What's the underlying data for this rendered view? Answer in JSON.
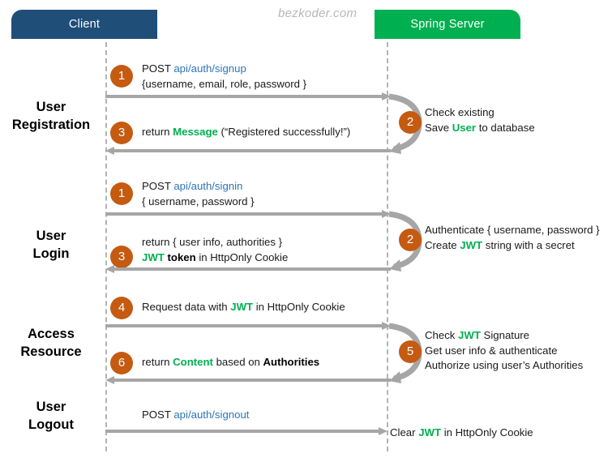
{
  "watermark": "bezkoder.com",
  "actors": {
    "client": "Client",
    "server": "Spring Server"
  },
  "sections": [
    {
      "line1": "User",
      "line2": "Registration"
    },
    {
      "line1": "User",
      "line2": "Login"
    },
    {
      "line1": "Access",
      "line2": "Resource"
    },
    {
      "line1": "User",
      "line2": "Logout"
    }
  ],
  "colors": {
    "client_box": "#1F4E79",
    "server_box": "#00B050",
    "badge": "#C55A11",
    "arrow": "#A6A6A6",
    "lifeline": "#B3B3B3",
    "url_text": "#2E75B6",
    "highlight_text": "#00B050"
  },
  "messages": {
    "signup_request": {
      "badge": "1",
      "line1_a": "POST ",
      "line1_url": "api/auth/signup",
      "line2": "{username, email, role, password }"
    },
    "register_server": {
      "badge": "2",
      "line1": "Check existing",
      "line2_a": "Save ",
      "line2_kw": "User",
      "line2_b": " to database"
    },
    "signup_response": {
      "badge": "3",
      "line1_a": "return ",
      "line1_kw": "Message",
      "line1_b": " (“Registered successfully!”)"
    },
    "signin_request": {
      "badge": "1",
      "line1_a": "POST ",
      "line1_url": "api/auth/signin",
      "line2": "{ username, password }"
    },
    "login_server": {
      "badge": "2",
      "line1": "Authenticate { username, password }",
      "line2_a": "Create ",
      "line2_kw": "JWT",
      "line2_b": " string with a secret"
    },
    "signin_response": {
      "badge": "3",
      "line1": "return { user info, authorities }",
      "line2_kw": "JWT",
      "line2_bold": " token",
      "line2_rest": " in HttpOnly Cookie"
    },
    "resource_request": {
      "badge": "4",
      "line1_a": "Request data with ",
      "line1_kw": "JWT",
      "line1_b": " in HttpOnly Cookie"
    },
    "resource_server": {
      "badge": "5",
      "line1_a": "Check ",
      "line1_kw": "JWT",
      "line1_b": " Signature",
      "line2": "Get user info & authenticate",
      "line3": "Authorize using user’s Authorities"
    },
    "resource_response": {
      "badge": "6",
      "line1_a": "return ",
      "line1_kw": "Content",
      "line1_b": " based on ",
      "line1_bold": "Authorities"
    },
    "signout_request": {
      "line1_a": "POST ",
      "line1_url": "api/auth/signout"
    },
    "signout_server": {
      "line1_a": "Clear ",
      "line1_kw": "JWT",
      "line1_b": " in HttpOnly Cookie"
    }
  }
}
